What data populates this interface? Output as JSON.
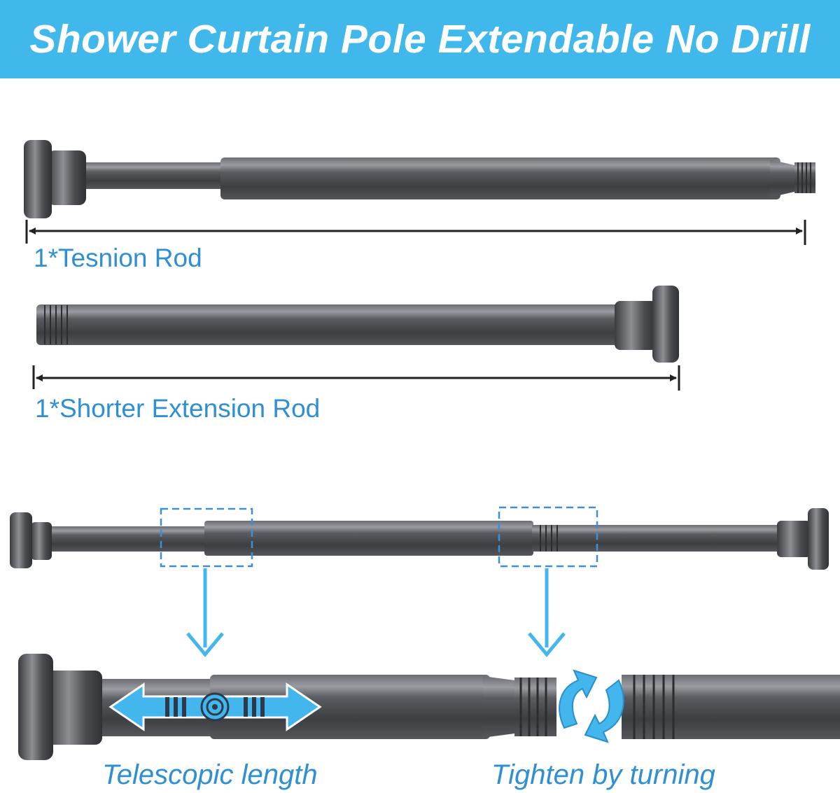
{
  "header": {
    "title": "Shower Curtain Pole Extendable No Drill"
  },
  "parts": [
    {
      "label": "1*Tesnion Rod"
    },
    {
      "label": "1*Shorter Extension Rod"
    }
  ],
  "features": [
    {
      "label": "Telescopic length"
    },
    {
      "label": "Tighten by turning"
    }
  ],
  "colors": {
    "banner": "#41b8ec",
    "accent_text": "#2f8fd3",
    "rod": "#4d4f53",
    "arrow": "#43b6ee"
  }
}
